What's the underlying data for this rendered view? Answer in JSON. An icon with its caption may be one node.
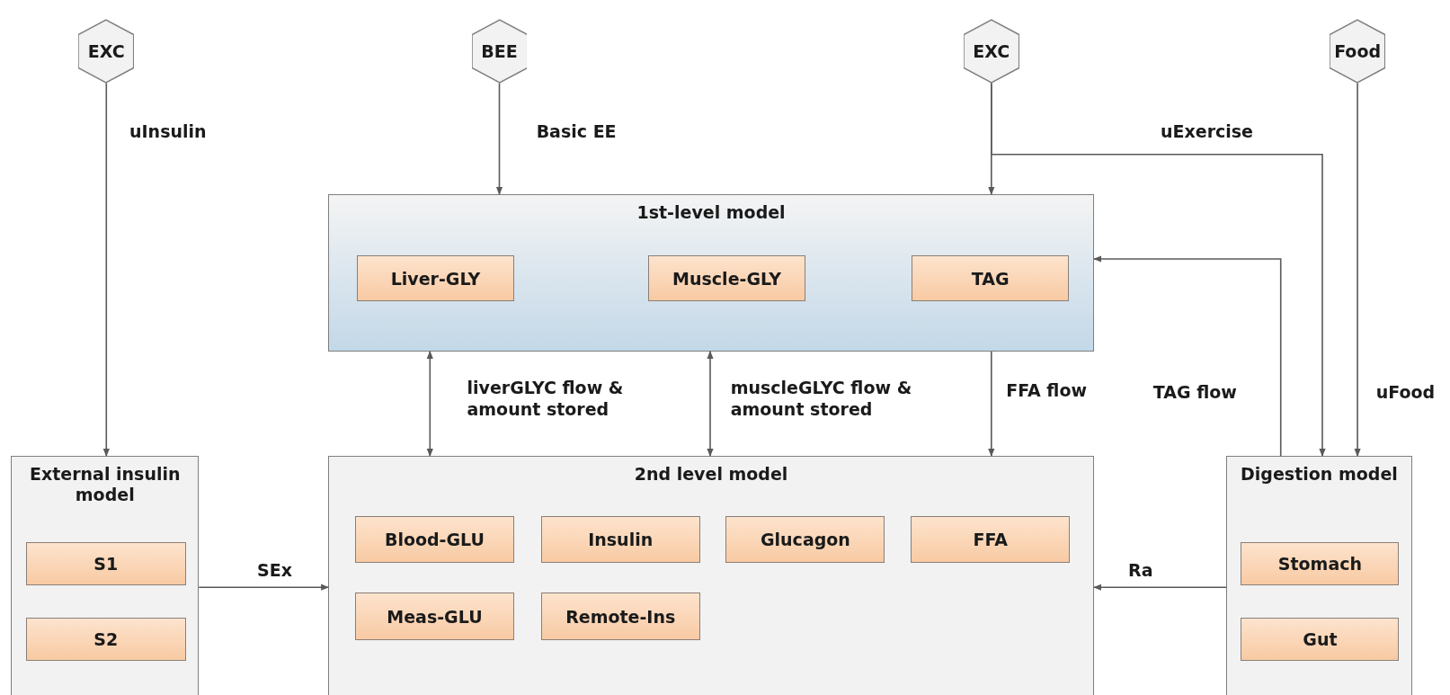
{
  "diagram": {
    "nodes": [
      {
        "text": [
          "EXC"
        ]
      },
      {
        "text": [
          "BEE"
        ]
      },
      {
        "text": [
          "EXC"
        ]
      },
      {
        "text": [
          "Food"
        ]
      },
      {
        "text": [
          "1st-level model"
        ]
      },
      {
        "text": [
          "Liver-GLY"
        ],
        "in": 4
      },
      {
        "text": [
          "Muscle-GLY"
        ],
        "in": 4
      },
      {
        "text": [
          "TAG"
        ],
        "in": 4
      },
      {
        "text": [
          "External insulin model"
        ]
      },
      {
        "text": [
          "S1"
        ],
        "in": 8
      },
      {
        "text": [
          "S2"
        ],
        "in": 8
      },
      {
        "text": [
          "2nd level model"
        ]
      },
      {
        "text": [
          "Blood-GLU"
        ],
        "in": 11
      },
      {
        "text": [
          "Insulin"
        ],
        "in": 11
      },
      {
        "text": [
          "Glucagon"
        ],
        "in": 11
      },
      {
        "text": [
          "FFA"
        ],
        "in": 11
      },
      {
        "text": [
          "Meas-GLU"
        ],
        "in": 11
      },
      {
        "text": [
          "Remote-Ins"
        ],
        "in": 11
      },
      {
        "text": [
          "Digestion model"
        ]
      },
      {
        "text": [
          "Stomach"
        ],
        "in": 18
      },
      {
        "text": [
          "Gut"
        ],
        "in": 18
      }
    ],
    "edges": [
      {
        "from": 0,
        "to": 8,
        "arrow": "to",
        "label": "uInsulin"
      },
      {
        "from": 1,
        "to": 4,
        "arrow": "to",
        "label": "Basic EE"
      },
      {
        "from": 2,
        "to": 4,
        "arrow": "to"
      },
      {
        "from": 2,
        "to": 18,
        "arrow": "to",
        "label": "uExercise"
      },
      {
        "from": 3,
        "to": 18,
        "arrow": "to",
        "label": "uFood"
      },
      {
        "from": 18,
        "to": 4,
        "arrow": "to",
        "label": "TAG flow"
      },
      {
        "from": 4,
        "to": 11,
        "arrow": "both",
        "label": "liverGLYC flow & amount stored"
      },
      {
        "from": 4,
        "to": 11,
        "arrow": "both",
        "label": "muscleGLYC flow & amount stored"
      },
      {
        "from": 4,
        "to": 11,
        "arrow": "to",
        "label": "FFA flow"
      },
      {
        "from": 8,
        "to": 11,
        "arrow": "to",
        "label": "SEx"
      },
      {
        "from": 18,
        "to": 11,
        "arrow": "to",
        "label": "Ra"
      }
    ]
  }
}
